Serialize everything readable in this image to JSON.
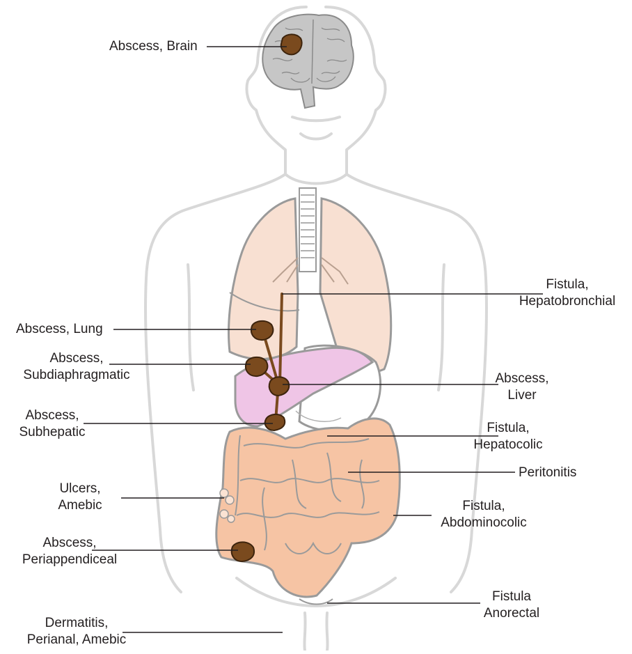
{
  "labels": {
    "abscess_brain": "Abscess, Brain",
    "fistula_hepatobronchial": [
      "Fistula,",
      "Hepatobronchial"
    ],
    "abscess_lung": "Abscess, Lung",
    "abscess_subdiaphragmatic": [
      "Abscess,",
      "Subdiaphragmatic"
    ],
    "abscess_liver": [
      "Abscess,",
      "Liver"
    ],
    "abscess_subhepatic": [
      "Abscess,",
      "Subhepatic"
    ],
    "fistula_hepatocolic": [
      "Fistula,",
      "Hepatocolic"
    ],
    "peritonitis": "Peritonitis",
    "ulcers_amebic": [
      "Ulcers,",
      "Amebic"
    ],
    "fistula_abdominocolic": [
      "Fistula,",
      "Abdominocolic"
    ],
    "abscess_periappendiceal": [
      "Abscess,",
      "Periappendiceal"
    ],
    "fistula_anorectal": [
      "Fistula",
      "Anorectal"
    ],
    "dermatitis_perianal": [
      "Dermatitis,",
      "Perianal, Amebic"
    ]
  },
  "colors": {
    "body_outline": "#d6d6d6",
    "organ_outline": "#9a9a9a",
    "lung_fill": "#f8e0d2",
    "liver_fill": "#efc5e6",
    "intestine_fill": "#f6c4a4",
    "abscess_fill": "#7a4a1e",
    "brain_fill": "#c8c8c8",
    "leader_line": "#231f20"
  }
}
